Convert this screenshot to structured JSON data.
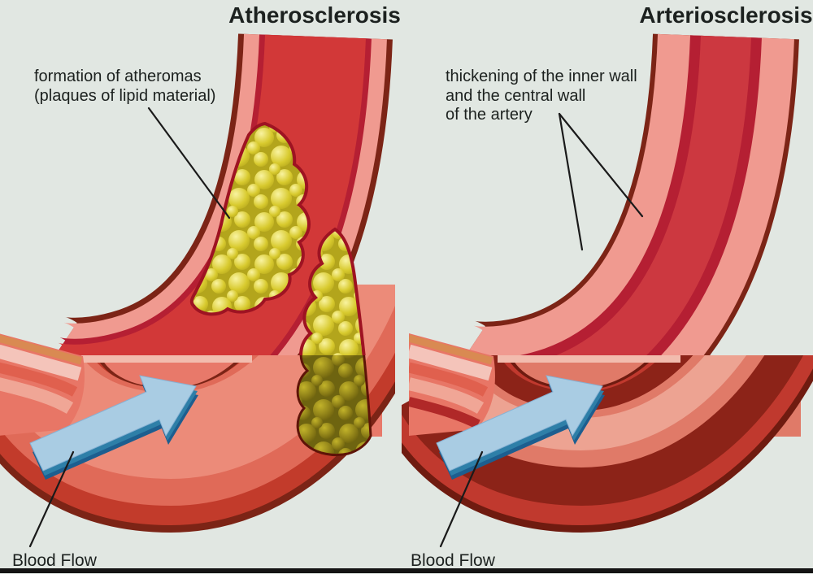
{
  "titles": {
    "left": "Atherosclerosis",
    "right": "Arteriosclerosis"
  },
  "labels": {
    "atheroma": {
      "line1": "formation of atheromas",
      "line2": "(plaques of lipid material)"
    },
    "thickening": {
      "line1": "thickening of the inner wall",
      "line2": "and the central wall",
      "line3": "of the artery"
    },
    "blood_flow_left": "Blood Flow",
    "blood_flow_right": "Blood Flow"
  },
  "icons": {
    "left_arrow": "blood-flow-arrow",
    "right_arrow": "blood-flow-arrow"
  },
  "colors": {
    "background": "#e1e7e2",
    "lumen_red": "#d23838",
    "lumen_red_right": "#cc3840",
    "wall_pink": "#f09a90",
    "wall_dark_red": "#b51f33",
    "outer_maroon": "#7c2416",
    "interior_salmon": "#e8796a",
    "interior_dark_band": "#c23b2b",
    "thickened_wall_dark": "#8c2318",
    "plaque_yellow": "#d8ca2e",
    "plaque_dark_olive": "#84761a",
    "arrow_blue": "#a9cce3",
    "arrow_dark_blue": "#1d5e8f",
    "arrow_teal_edge": "#2e7fa8",
    "cut_face_tan": "#d98a52",
    "text": "#1c211f",
    "bottom_rule": "#141414"
  }
}
